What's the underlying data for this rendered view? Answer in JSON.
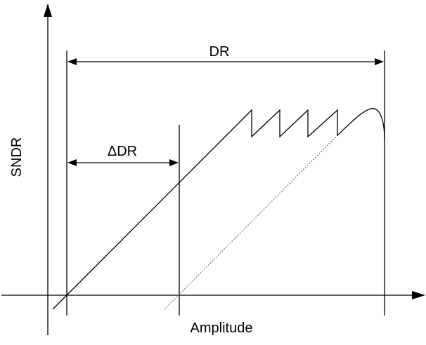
{
  "labels": {
    "dr": "DR",
    "delta_dr": "ΔDR",
    "y_axis": "SNDR",
    "x_axis": "Amplitude"
  },
  "colors": {
    "line": "#000000",
    "dotted": "#777777",
    "background": "#ffffff"
  }
}
